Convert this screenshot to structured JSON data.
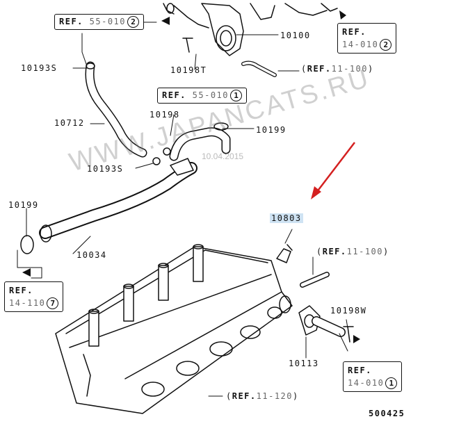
{
  "diagram_code": "500425",
  "watermark": "WWW.JAPANCATS.RU",
  "watermark_date": "10.04.2015",
  "highlight_color": "#cfe3f3",
  "arrow_color": "#d42020",
  "part_labels": {
    "p10100": "10100",
    "p10193s_top": "10193S",
    "p10198t": "10198T",
    "p10712": "10712",
    "p10198": "10198",
    "p10199_right": "10199",
    "p10193s_mid": "10193S",
    "p10199_left": "10199",
    "p10034": "10034",
    "p10803": "10803",
    "p10198w": "10198W",
    "p10113": "10113"
  },
  "ref_boxes": {
    "top_left": {
      "ref": "REF.",
      "num": "55-010",
      "circle": "2"
    },
    "top_right": {
      "ref": "REF.",
      "num": "14-010",
      "circle": "2"
    },
    "mid": {
      "ref": "REF.",
      "num": "55-010",
      "circle": "1"
    },
    "left": {
      "ref": "REF.",
      "num": "14-110",
      "circle": "7"
    },
    "bottom_right": {
      "ref": "REF.",
      "num": "14-010",
      "circle": "1"
    }
  },
  "inline_refs": {
    "top_hose": {
      "ref": "REF.",
      "num": "11-100"
    },
    "right_sensor": {
      "ref": "REF.",
      "num": "11-100"
    },
    "bottom_head": {
      "ref": "REF.",
      "num": "11-120"
    }
  }
}
